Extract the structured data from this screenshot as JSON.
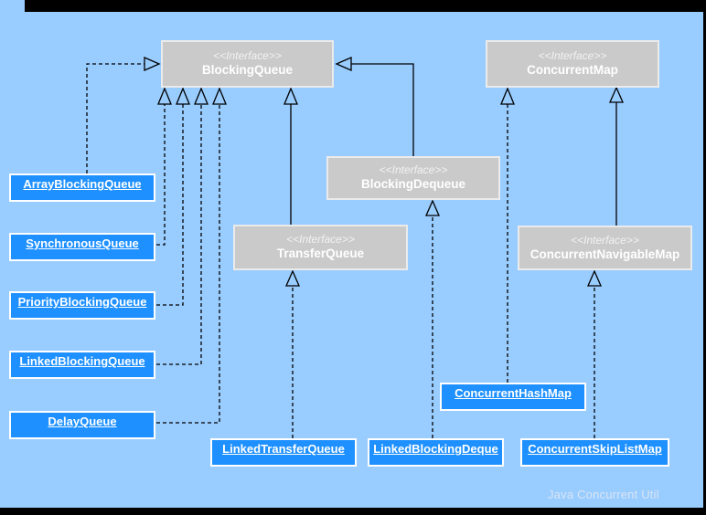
{
  "title": "Java Concurrent Util",
  "stereotype": "<<Interface>>",
  "colors": {
    "background": "#99ccff",
    "interface_fill": "#cacaca",
    "interface_border": "#ebebeb",
    "class_fill": "#1e90ff",
    "class_border": "#ffffff",
    "line": "#000000",
    "frame": "#000000",
    "title_text": "#d9e5f4"
  },
  "interfaces": [
    {
      "id": "blockingqueue",
      "name": "BlockingQueue"
    },
    {
      "id": "concurrentmap",
      "name": "ConcurrentMap"
    },
    {
      "id": "blockingdequeue",
      "name": "BlockingDequeue"
    },
    {
      "id": "transferqueue",
      "name": "TransferQueue"
    },
    {
      "id": "concurrentnavigablemap",
      "name": "ConcurrentNavigableMap"
    }
  ],
  "classes": [
    {
      "id": "arrayblockingqueue",
      "name": "ArrayBlockingQueue"
    },
    {
      "id": "synchronousqueue",
      "name": "SynchronousQueue"
    },
    {
      "id": "priorityblockingqueue",
      "name": "PriorityBlockingQueue"
    },
    {
      "id": "linkedblockingqueue",
      "name": "LinkedBlockingQueue"
    },
    {
      "id": "delayqueue",
      "name": "DelayQueue"
    },
    {
      "id": "linkedtransferqueue",
      "name": "LinkedTransferQueue"
    },
    {
      "id": "linkedblockingdeque",
      "name": "LinkedBlockingDeque"
    },
    {
      "id": "concurrenthashmap",
      "name": "ConcurrentHashMap"
    },
    {
      "id": "concurrentskiplistmap",
      "name": "ConcurrentSkipListMap"
    }
  ],
  "edges": [
    {
      "from": "ArrayBlockingQueue",
      "to": "BlockingQueue",
      "style": "dashed"
    },
    {
      "from": "SynchronousQueue",
      "to": "BlockingQueue",
      "style": "dashed"
    },
    {
      "from": "PriorityBlockingQueue",
      "to": "BlockingQueue",
      "style": "dashed"
    },
    {
      "from": "LinkedBlockingQueue",
      "to": "BlockingQueue",
      "style": "dashed"
    },
    {
      "from": "DelayQueue",
      "to": "BlockingQueue",
      "style": "dashed"
    },
    {
      "from": "TransferQueue",
      "to": "BlockingQueue",
      "style": "solid"
    },
    {
      "from": "BlockingDequeue",
      "to": "BlockingQueue",
      "style": "solid"
    },
    {
      "from": "LinkedTransferQueue",
      "to": "TransferQueue",
      "style": "dashed"
    },
    {
      "from": "LinkedBlockingDeque",
      "to": "BlockingDequeue",
      "style": "dashed"
    },
    {
      "from": "ConcurrentHashMap",
      "to": "ConcurrentMap",
      "style": "dashed"
    },
    {
      "from": "ConcurrentSkipListMap",
      "to": "ConcurrentNavigableMap",
      "style": "dashed"
    },
    {
      "from": "ConcurrentNavigableMap",
      "to": "ConcurrentMap",
      "style": "solid"
    }
  ]
}
